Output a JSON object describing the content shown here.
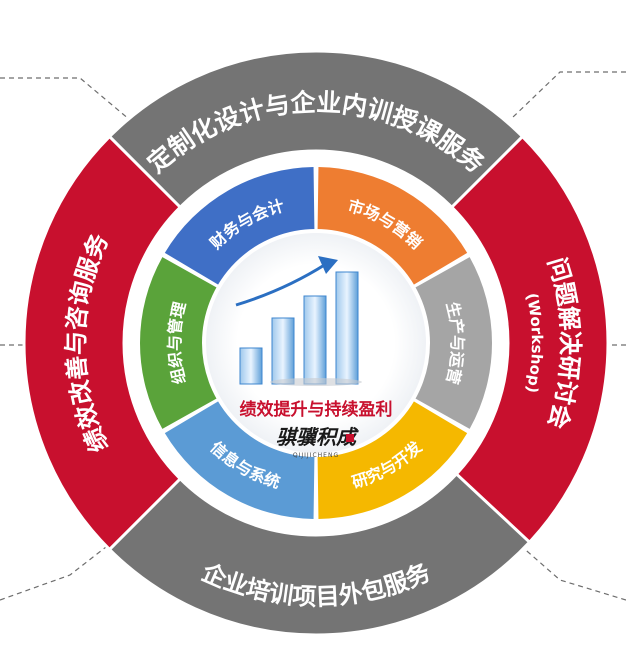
{
  "center": {
    "title": "绩效提升与持续盈利",
    "logo_text": "骐骥积成",
    "logo_pinyin": "QIJIJICHENG"
  },
  "outer_ring": [
    {
      "label": "定制化设计与企业内训授课服务",
      "color": "#747474"
    },
    {
      "label": "问题解决研讨会",
      "sublabel": "(Workshop)",
      "color": "#c8102e"
    },
    {
      "label": "企业培训项目外包服务",
      "color": "#747474"
    },
    {
      "label": "绩效改善与咨询服务",
      "color": "#c8102e"
    }
  ],
  "inner_ring": [
    {
      "label": "财务与会计",
      "color": "#3f6fc6"
    },
    {
      "label": "市场与营销",
      "color": "#ee7d31"
    },
    {
      "label": "生产与运营",
      "color": "#a5a5a5"
    },
    {
      "label": "研究与开发",
      "color": "#f5b800"
    },
    {
      "label": "信息与系统",
      "color": "#5b9bd5"
    },
    {
      "label": "组织与管理",
      "color": "#5aa33a"
    }
  ],
  "colors": {
    "dashed_line": "#6d6d6d",
    "white_ring": "#ffffff",
    "center_title": "#c8102e"
  }
}
